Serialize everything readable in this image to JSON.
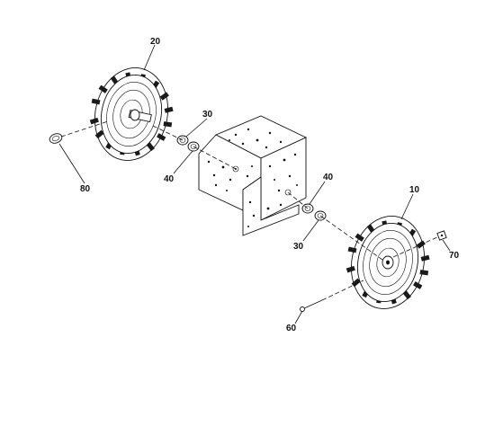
{
  "callouts": {
    "wheel_right": "10",
    "wheel_left": "20",
    "washer_left": "30",
    "washer_right": "30",
    "spacer_left": "40",
    "spacer_right": "40",
    "pin": "60",
    "cap": "70",
    "clip": "80"
  }
}
